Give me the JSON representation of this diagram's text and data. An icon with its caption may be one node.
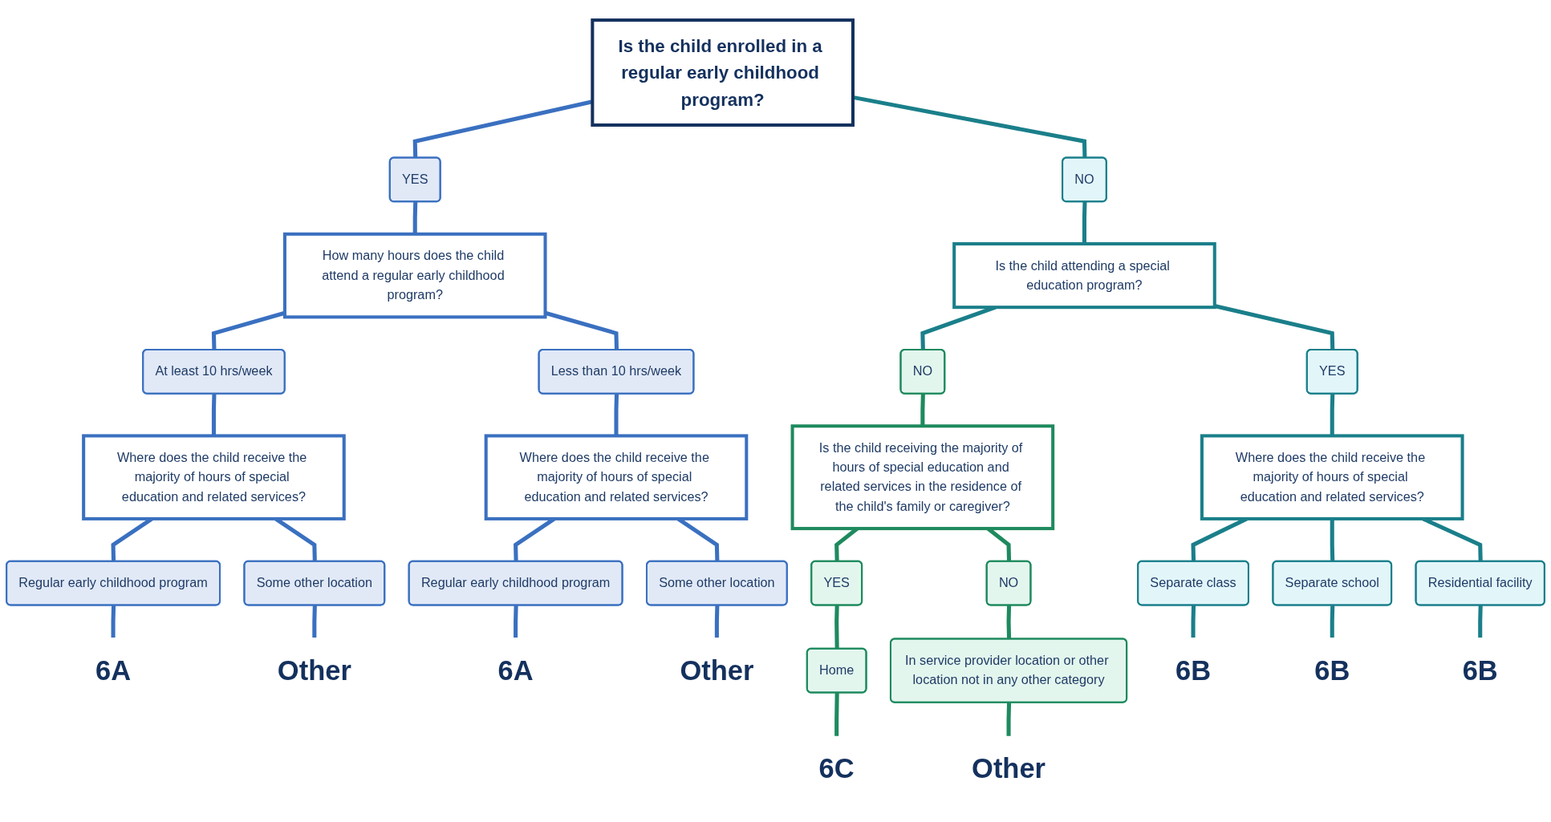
{
  "diagram": {
    "nodes": [
      {
        "text": [
          "Is the child enrolled in a regular early childhood program?"
        ]
      },
      {
        "text": [
          "YES"
        ]
      },
      {
        "text": [
          "NO"
        ]
      },
      {
        "text": [
          "How many hours does the child attend a regular early childhood program?"
        ]
      },
      {
        "text": [
          "At least 10 hrs/week"
        ]
      },
      {
        "text": [
          "Less than 10 hrs/week"
        ]
      },
      {
        "text": [
          "Where does the child receive the majority of hours of special education and related services?"
        ]
      },
      {
        "text": [
          "Where does the child receive the majority of hours of special education and related services?"
        ]
      },
      {
        "text": [
          "Regular early childhood program"
        ]
      },
      {
        "text": [
          "Some other location"
        ]
      },
      {
        "text": [
          "Regular early childhood program"
        ]
      },
      {
        "text": [
          "Some other location"
        ]
      },
      {
        "text": [
          "6A"
        ]
      },
      {
        "text": [
          "Other"
        ]
      },
      {
        "text": [
          "6A"
        ]
      },
      {
        "text": [
          "Other"
        ]
      },
      {
        "text": [
          "Is the child attending a special education program?"
        ]
      },
      {
        "text": [
          "NO"
        ]
      },
      {
        "text": [
          "YES"
        ]
      },
      {
        "text": [
          "Where does the child receive the majority of hours of special education and related services?"
        ]
      },
      {
        "text": [
          "Is the child receiving the majority of hours of special education and related services in the residence of the child's family or caregiver?"
        ]
      },
      {
        "text": [
          "Separate class"
        ]
      },
      {
        "text": [
          "Separate school"
        ]
      },
      {
        "text": [
          "Residential facility"
        ]
      },
      {
        "text": [
          "YES"
        ]
      },
      {
        "text": [
          "NO"
        ]
      },
      {
        "text": [
          "Home"
        ]
      },
      {
        "text": [
          "In service provider location or other location not in any other category"
        ]
      },
      {
        "text": [
          "6B"
        ]
      },
      {
        "text": [
          "6B"
        ]
      },
      {
        "text": [
          "6B"
        ]
      },
      {
        "text": [
          "6C"
        ]
      },
      {
        "text": [
          "Other"
        ]
      }
    ],
    "edges": [
      {
        "from": 0,
        "to": 1,
        "arrow": "none"
      },
      {
        "from": 0,
        "to": 2,
        "arrow": "none",
        "color": "#1a7f8a"
      },
      {
        "from": 1,
        "to": 3,
        "arrow": "none"
      },
      {
        "from": 3,
        "to": 4,
        "arrow": "none"
      },
      {
        "from": 3,
        "to": 5,
        "arrow": "none"
      },
      {
        "from": 4,
        "to": 6,
        "arrow": "none"
      },
      {
        "from": 5,
        "to": 7,
        "arrow": "none"
      },
      {
        "from": 6,
        "to": 8,
        "arrow": "none"
      },
      {
        "from": 6,
        "to": 9,
        "arrow": "none"
      },
      {
        "from": 7,
        "to": 10,
        "arrow": "none"
      },
      {
        "from": 7,
        "to": 11,
        "arrow": "none"
      },
      {
        "from": 8,
        "to": 12,
        "arrow": "none"
      },
      {
        "from": 9,
        "to": 13,
        "arrow": "none"
      },
      {
        "from": 10,
        "to": 14,
        "arrow": "none"
      },
      {
        "from": 11,
        "to": 15,
        "arrow": "none"
      },
      {
        "from": 2,
        "to": 16,
        "arrow": "none",
        "color": "#1a7f8a"
      },
      {
        "from": 16,
        "to": 17,
        "arrow": "none",
        "color": "#1a7f8a"
      },
      {
        "from": 16,
        "to": 18,
        "arrow": "none",
        "color": "#1a7f8a"
      },
      {
        "from": 18,
        "to": 19,
        "arrow": "none",
        "color": "#1a7f8a"
      },
      {
        "from": 17,
        "to": 20,
        "arrow": "none",
        "color": "#1e8a5e"
      },
      {
        "from": 19,
        "to": 21,
        "arrow": "none",
        "color": "#1a7f8a"
      },
      {
        "from": 19,
        "to": 22,
        "arrow": "none",
        "color": "#1a7f8a"
      },
      {
        "from": 19,
        "to": 23,
        "arrow": "none",
        "color": "#1a7f8a"
      },
      {
        "from": 20,
        "to": 24,
        "arrow": "none",
        "color": "#1e8a5e"
      },
      {
        "from": 20,
        "to": 25,
        "arrow": "none",
        "color": "#1e8a5e"
      },
      {
        "from": 24,
        "to": 26,
        "arrow": "none",
        "color": "#1e8a5e"
      },
      {
        "from": 25,
        "to": 27,
        "arrow": "none",
        "color": "#1e8a5e"
      },
      {
        "from": 21,
        "to": 28,
        "arrow": "none",
        "color": "#1a7f8a"
      },
      {
        "from": 22,
        "to": 29,
        "arrow": "none",
        "color": "#1a7f8a"
      },
      {
        "from": 23,
        "to": 30,
        "arrow": "none",
        "color": "#1a7f8a"
      },
      {
        "from": 26,
        "to": 31,
        "arrow": "none",
        "color": "#1e8a5e"
      },
      {
        "from": 27,
        "to": 32,
        "arrow": "none",
        "color": "#1e8a5e"
      }
    ]
  }
}
